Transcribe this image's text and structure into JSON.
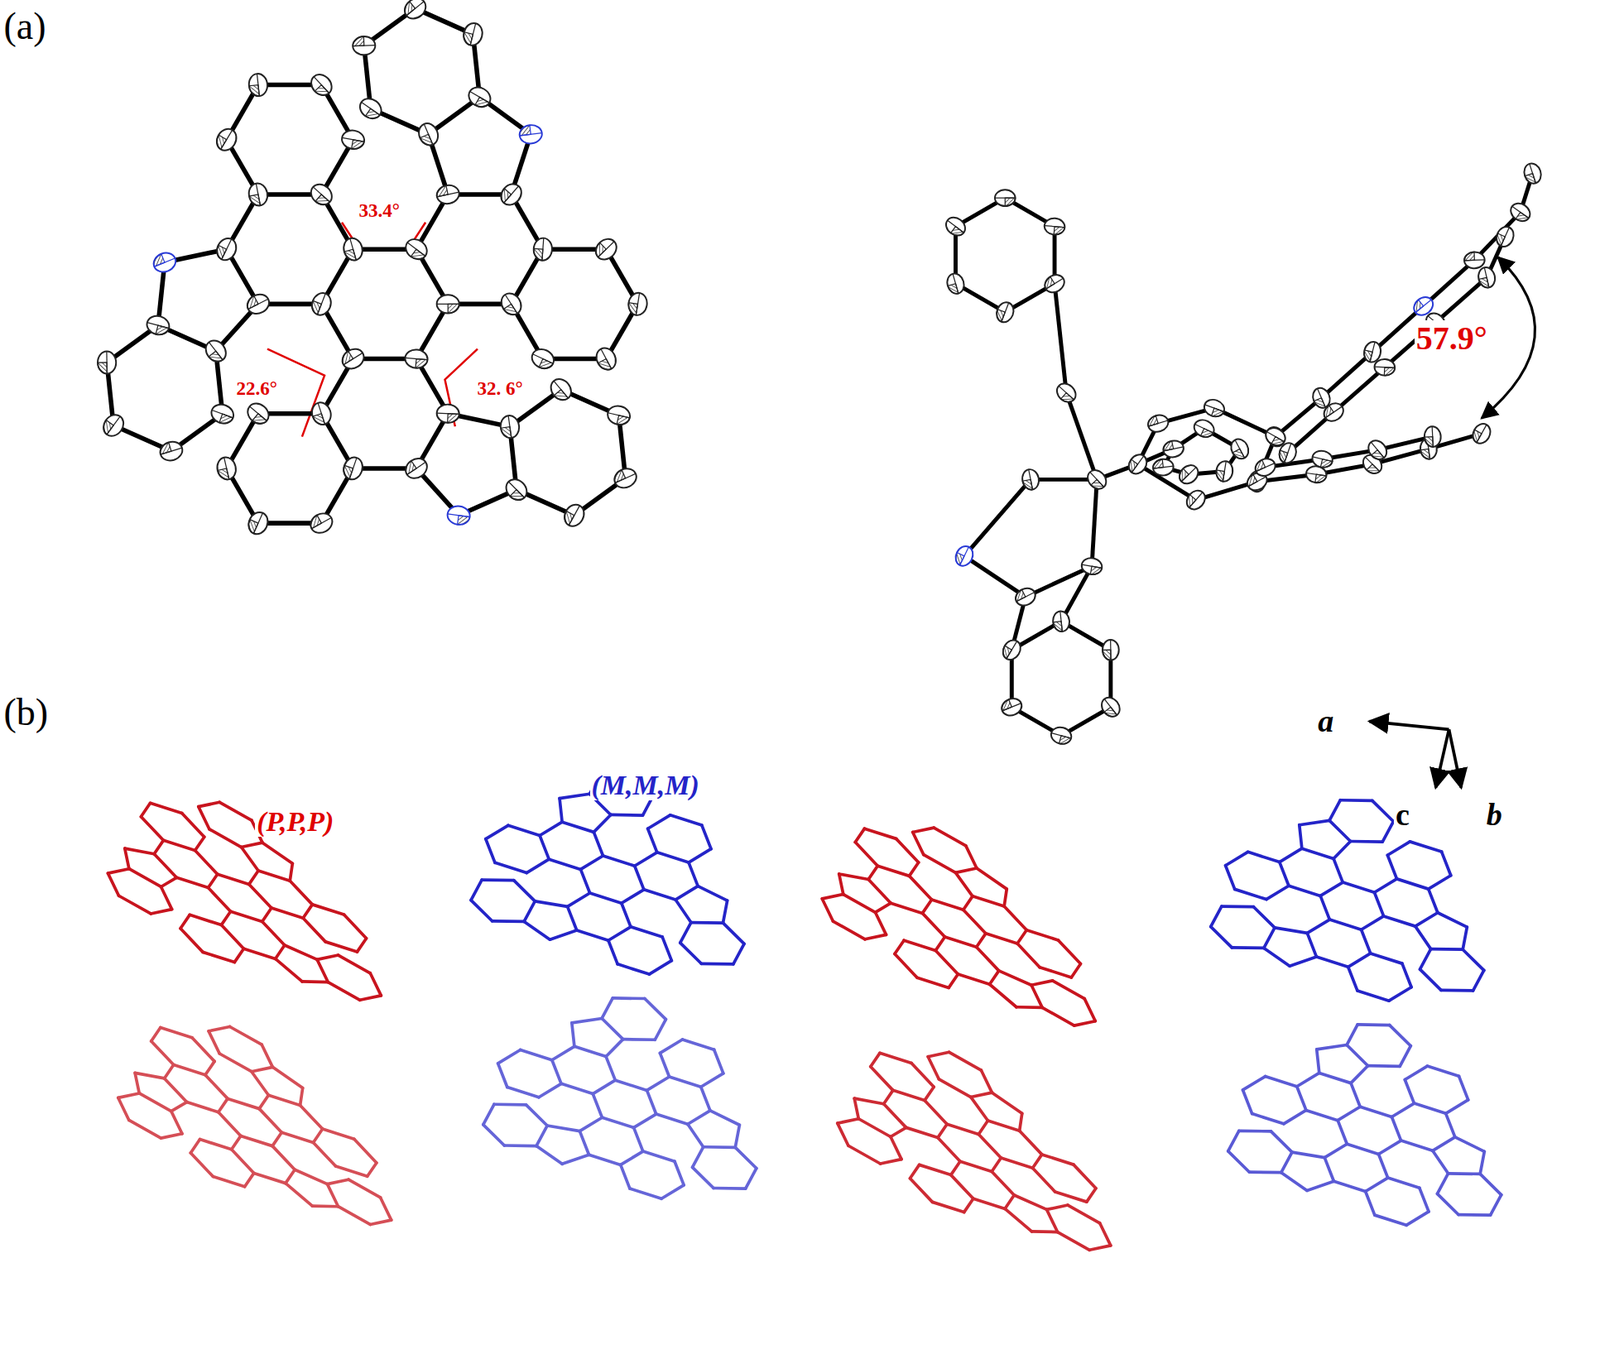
{
  "diagram": {
    "labels": [
      "(a)",
      "33.4°",
      "22.6°",
      "32. 6°",
      "57.9°",
      "(b)",
      "(P,P,P)",
      "(M,M,M)",
      "a",
      "c",
      "b"
    ]
  }
}
